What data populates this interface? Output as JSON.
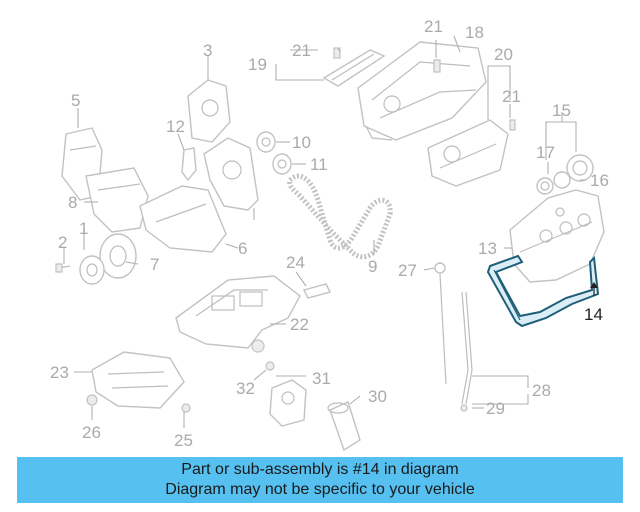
{
  "diagram": {
    "callouts": [
      "1",
      "2",
      "3",
      "5",
      "6",
      "7",
      "8",
      "9",
      "10",
      "11",
      "12",
      "13",
      "14",
      "15",
      "16",
      "17",
      "18",
      "19",
      "20",
      "21",
      "21",
      "21",
      "22",
      "23",
      "24",
      "25",
      "26",
      "27",
      "28",
      "29",
      "30",
      "31",
      "32"
    ],
    "highlighted_part": "14",
    "highlight_color": "#1f5f7a"
  },
  "banner": {
    "line1": "Part or sub-assembly is #14 in diagram",
    "line2": "Diagram may not be specific to your vehicle",
    "background": "#56c1f1"
  }
}
